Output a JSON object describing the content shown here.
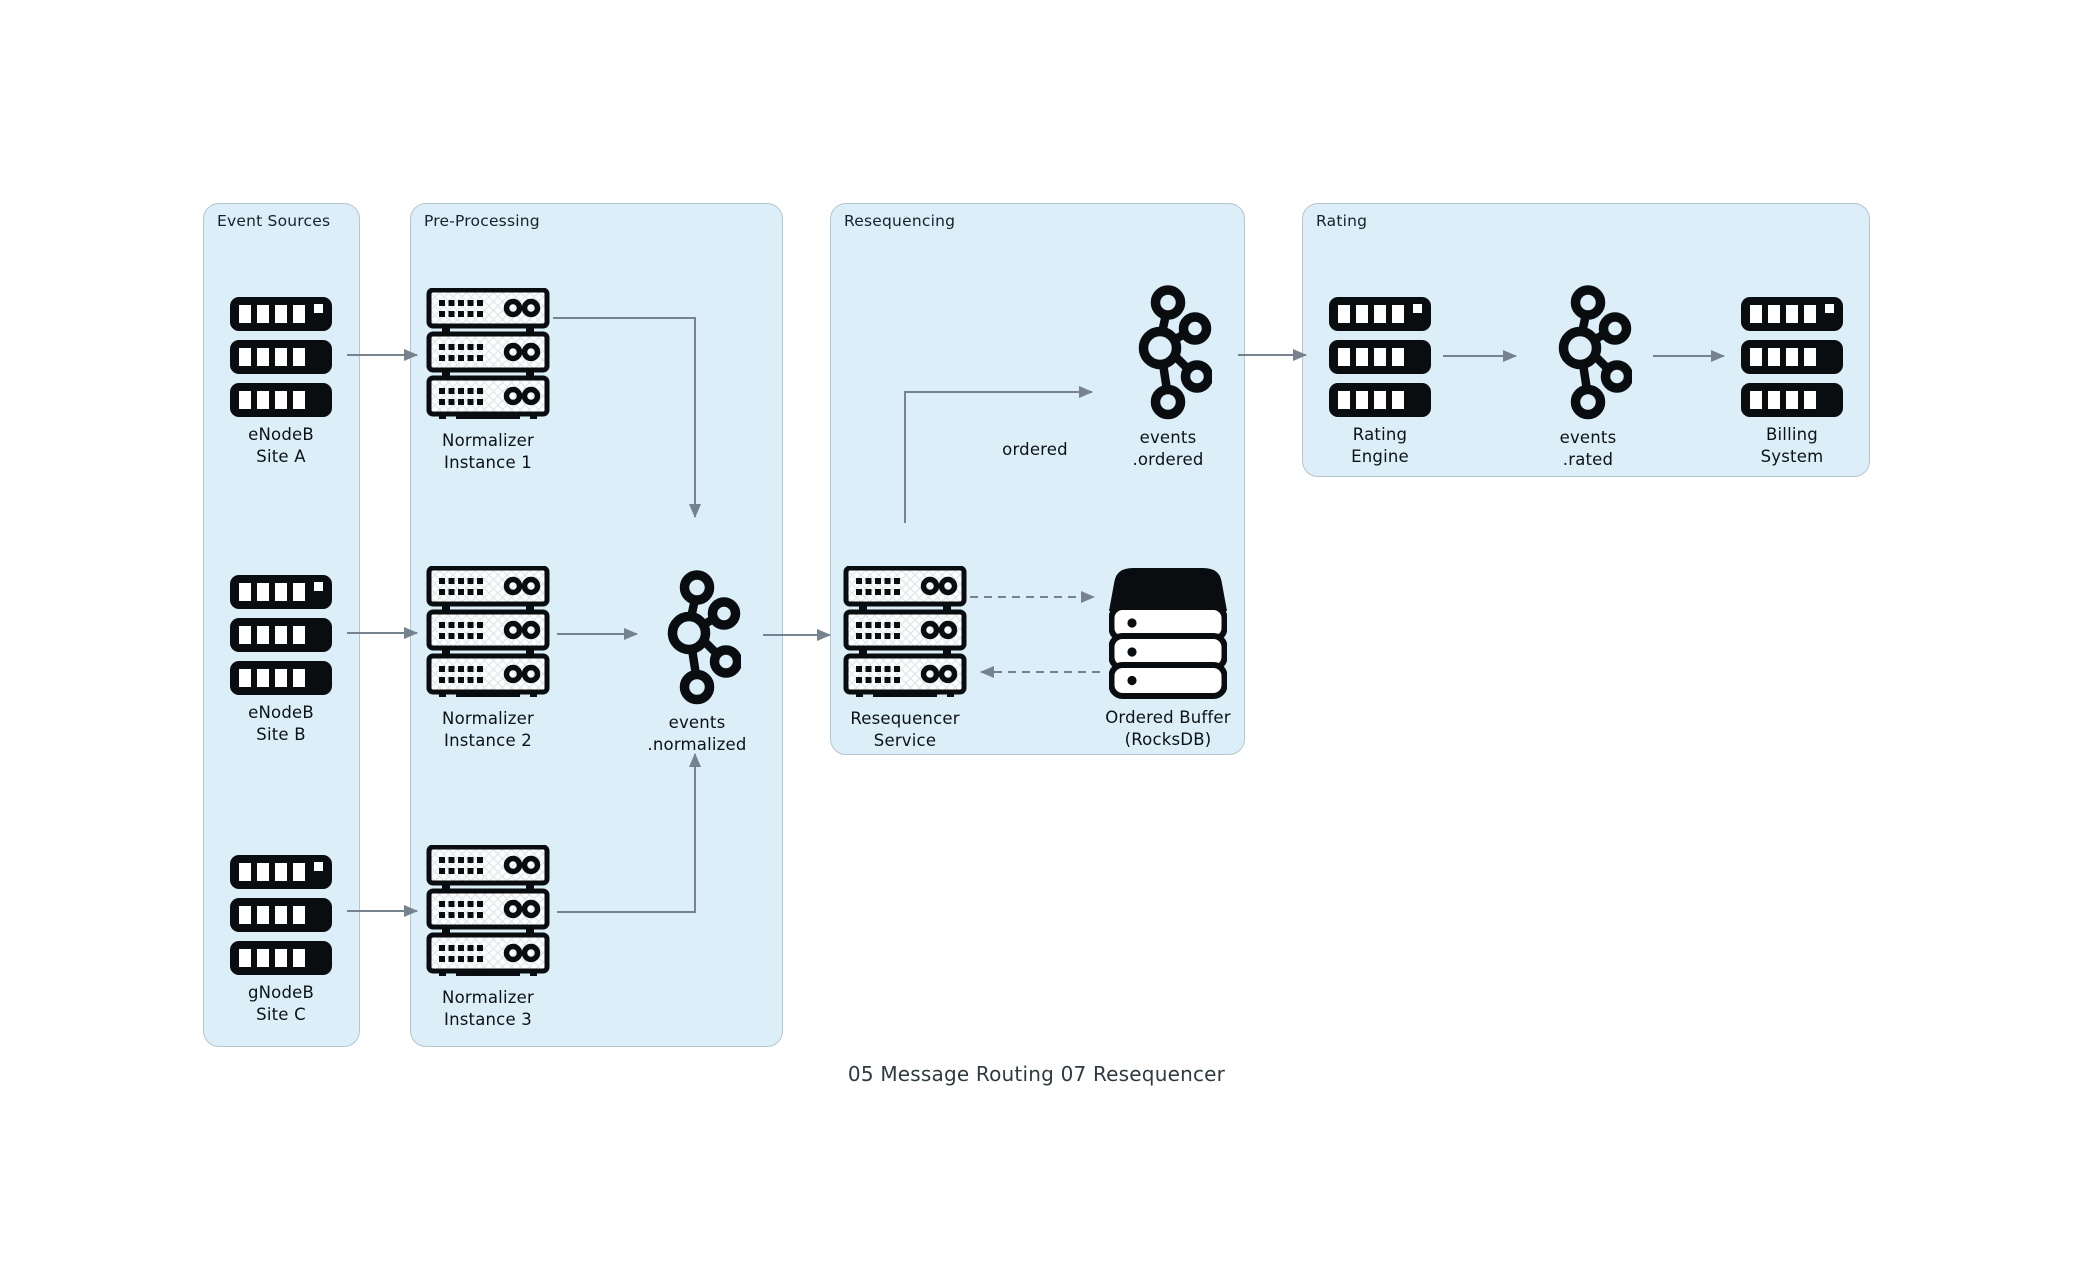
{
  "diagram": {
    "caption": "05 Message Routing 07 Resequencer",
    "groups": {
      "event_sources": {
        "title": "Event Sources"
      },
      "pre_processing": {
        "title": "Pre-Processing"
      },
      "resequencing": {
        "title": "Resequencing"
      },
      "rating": {
        "title": "Rating"
      }
    },
    "nodes": {
      "enodeb_a": {
        "line1": "eNodeB",
        "line2": "Site A",
        "icon": "server-stack-solid-icon"
      },
      "enodeb_b": {
        "line1": "eNodeB",
        "line2": "Site B",
        "icon": "server-stack-solid-icon"
      },
      "gnodeb_c": {
        "line1": "gNodeB",
        "line2": "Site C",
        "icon": "server-stack-solid-icon"
      },
      "normalizer_1": {
        "line1": "Normalizer",
        "line2": "Instance 1",
        "icon": "server-rack-outline-icon"
      },
      "normalizer_2": {
        "line1": "Normalizer",
        "line2": "Instance 2",
        "icon": "server-rack-outline-icon"
      },
      "normalizer_3": {
        "line1": "Normalizer",
        "line2": "Instance 3",
        "icon": "server-rack-outline-icon"
      },
      "events_normalized": {
        "line1": "events",
        "line2": ".normalized",
        "icon": "kafka-topic-icon"
      },
      "resequencer_service": {
        "line1": "Resequencer",
        "line2": "Service",
        "icon": "server-rack-outline-icon"
      },
      "ordered_buffer": {
        "line1": "Ordered Buffer",
        "line2": "(RocksDB)",
        "icon": "database-icon"
      },
      "events_ordered": {
        "line1": "events",
        "line2": ".ordered",
        "icon": "kafka-topic-icon"
      },
      "rating_engine": {
        "line1": "Rating",
        "line2": "Engine",
        "icon": "server-stack-solid-icon"
      },
      "events_rated": {
        "line1": "events",
        "line2": ".rated",
        "icon": "kafka-topic-icon"
      },
      "billing_system": {
        "line1": "Billing",
        "line2": "System",
        "icon": "server-stack-solid-icon"
      }
    },
    "edge_labels": {
      "ordered": "ordered"
    },
    "colors": {
      "group_fill": "#dceef8",
      "group_border": "#b6c5ce",
      "arrow": "#76838f",
      "icon": "#0a0d10",
      "text": "#0c1216",
      "caption": "#2e3a40"
    }
  }
}
